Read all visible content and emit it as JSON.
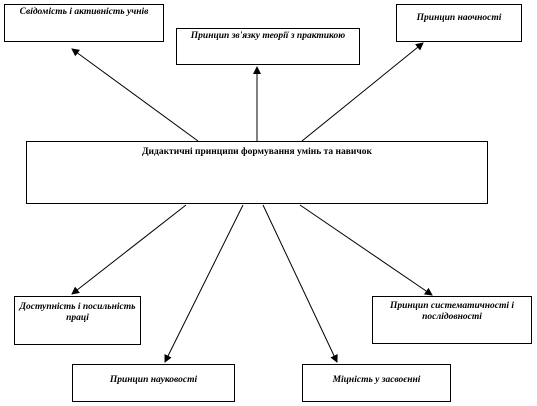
{
  "diagram": {
    "center": {
      "label": "Дидактичні принципи формування умінь та навичок"
    },
    "principles": [
      {
        "id": "consciousness",
        "label": "Свідомість і активність учнів"
      },
      {
        "id": "theory-practice",
        "label": "Принцип зв'язку теорії з практикою"
      },
      {
        "id": "visibility",
        "label": "Принцип наочності"
      },
      {
        "id": "accessibility",
        "label": "Доступність і посильність праці"
      },
      {
        "id": "scientific",
        "label": "Принцип науковості"
      },
      {
        "id": "durability",
        "label": "Міцність у засвоєнні"
      },
      {
        "id": "systematic",
        "label": "Принцип систематичності і послідовності"
      }
    ]
  }
}
